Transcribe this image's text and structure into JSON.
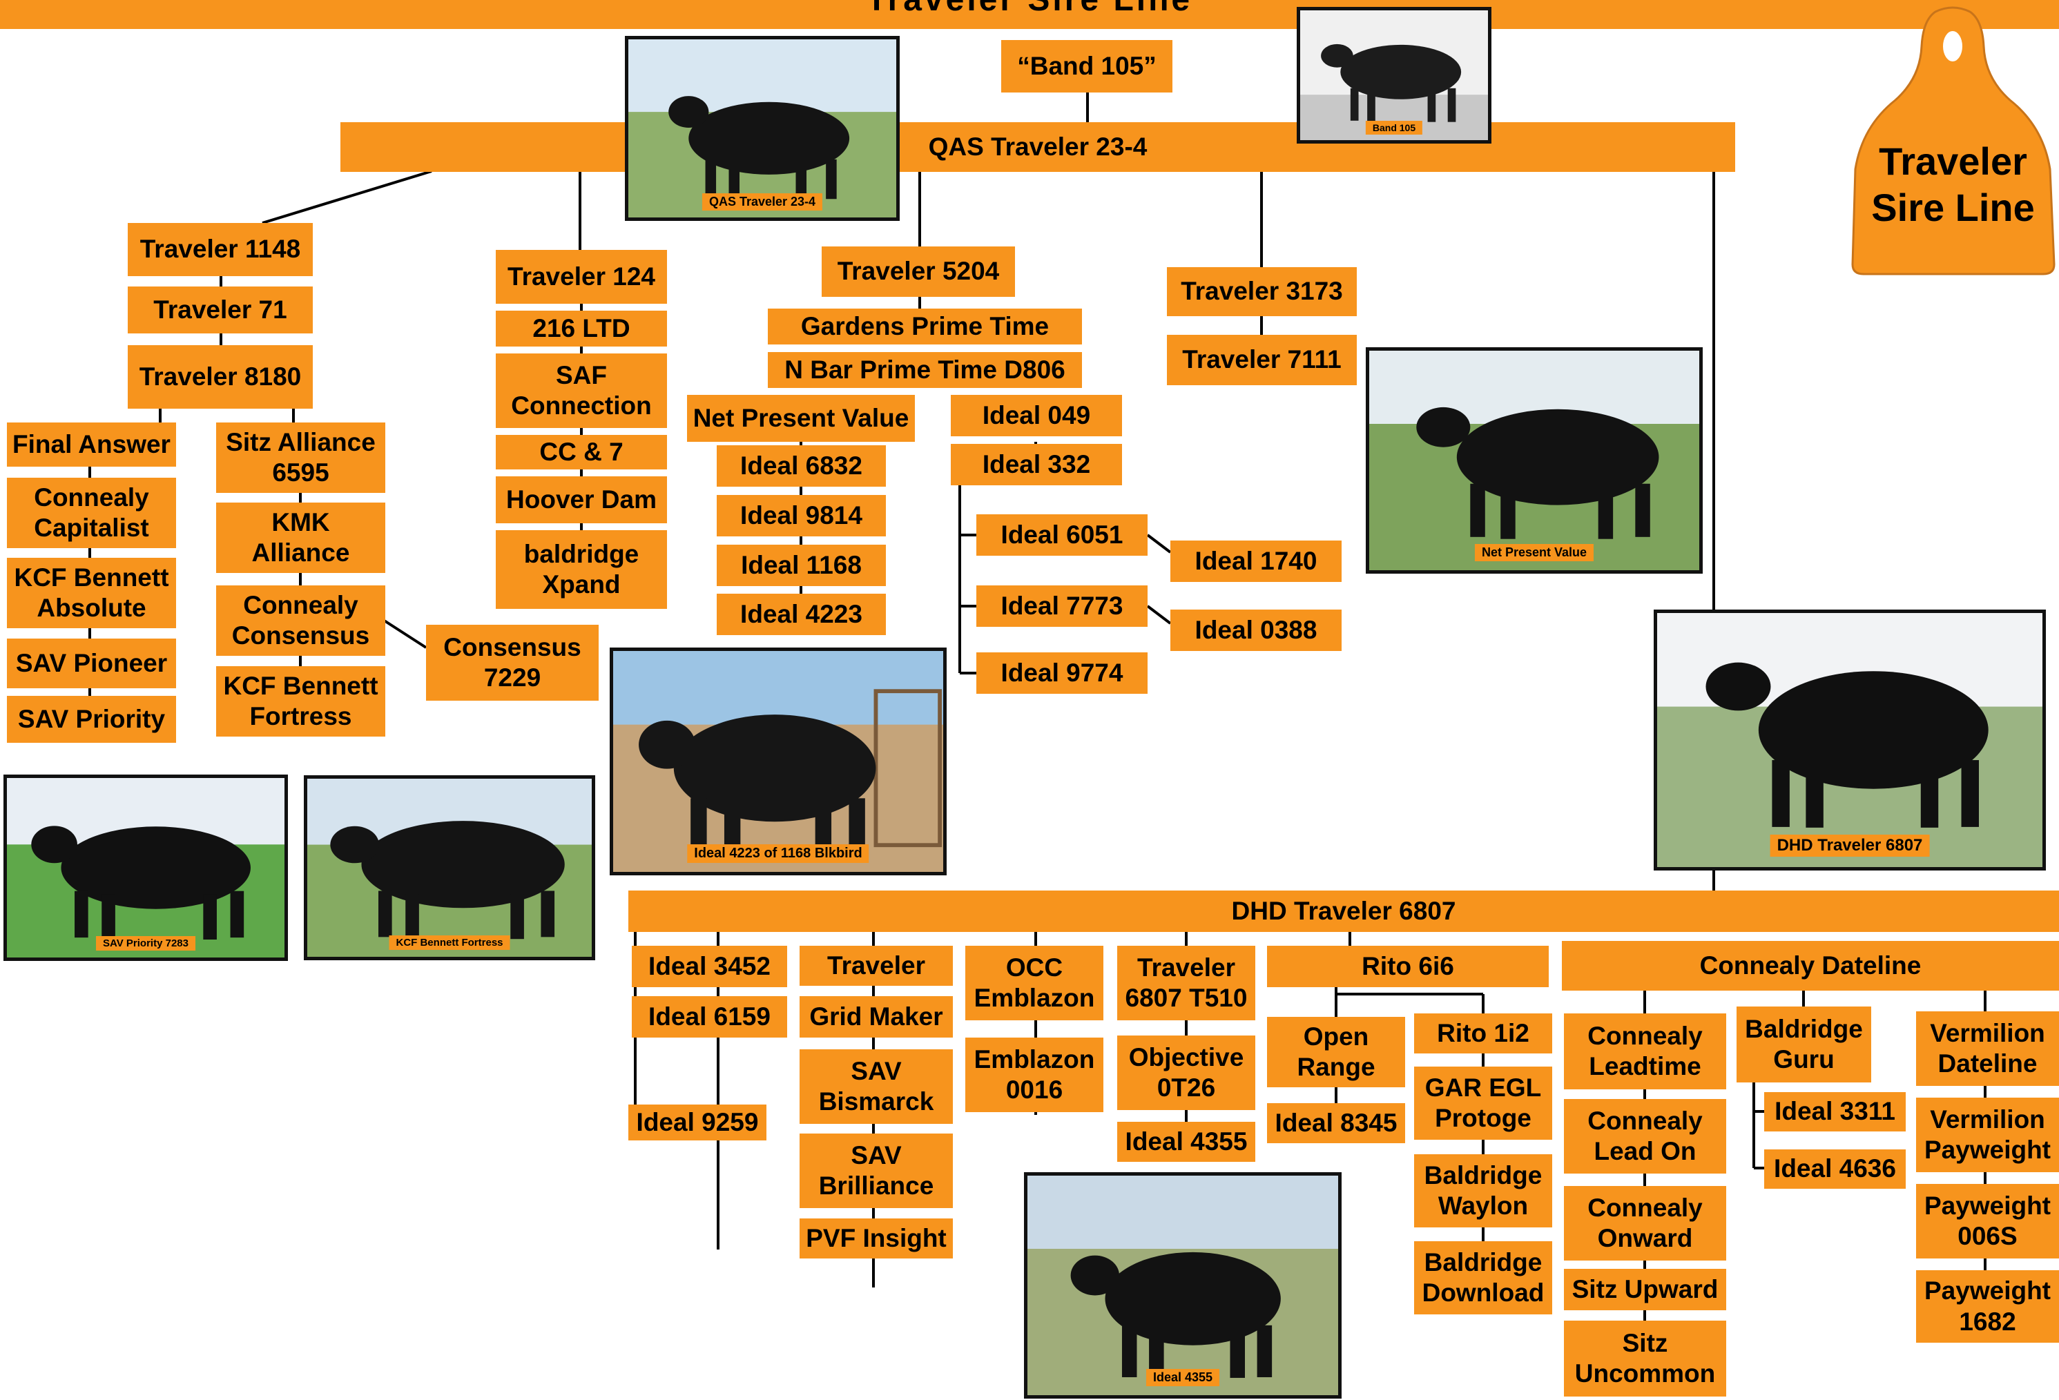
{
  "title": "Traveler Sire Line",
  "ear_tag": {
    "text": "Traveler\nSire Line"
  },
  "photos": [
    {
      "id": "p-23-4",
      "caption": "QAS Traveler 23-4"
    },
    {
      "id": "p-band",
      "caption": "Band 105"
    },
    {
      "id": "p-npv",
      "caption": "Net Present Value"
    },
    {
      "id": "p-6807",
      "caption": "DHD Traveler 6807"
    },
    {
      "id": "p-4223",
      "caption": "Ideal 4223 of 1168 Blkbird"
    },
    {
      "id": "p-7283",
      "caption": "SAV Priority 7283"
    },
    {
      "id": "p-kcf",
      "caption": "KCF Bennett Fortress"
    },
    {
      "id": "p-4355",
      "caption": "Ideal 4355"
    }
  ],
  "nodes": {
    "band105": "“Band 105”",
    "qas": "QAS Traveler 23-4",
    "t1148": "Traveler 1148",
    "t71": "Traveler 71",
    "t8180": "Traveler 8180",
    "finalanswer": "Final Answer",
    "capitalist": "Connealy\nCapitalist",
    "absolute": "KCF Bennett\nAbsolute",
    "pioneer": "SAV Pioneer",
    "priority": "SAV Priority",
    "sitz6595": "Sitz Alliance\n6595",
    "kmk": "KMK\nAlliance",
    "consensus": "Connealy\nConsensus",
    "fortress": "KCF Bennett\nFortress",
    "c7229": "Consensus\n7229",
    "t124": "Traveler 124",
    "ltd216": "216 LTD",
    "saf": "SAF\nConnection",
    "cc7": "CC & 7",
    "hoover": "Hoover Dam",
    "xpand": "baldridge\nXpand",
    "t5204": "Traveler 5204",
    "gardens": "Gardens Prime Time",
    "nbar": "N Bar Prime Time D806",
    "npv": "Net Present Value",
    "i6832": "Ideal 6832",
    "i9814": "Ideal 9814",
    "i1168": "Ideal 1168",
    "i4223": "Ideal 4223",
    "i049": "Ideal 049",
    "i332": "Ideal 332",
    "i6051": "Ideal 6051",
    "i7773": "Ideal 7773",
    "i9774": "Ideal 9774",
    "i1740": "Ideal 1740",
    "i0388": "Ideal 0388",
    "t3173": "Traveler 3173",
    "t7111": "Traveler 7111",
    "dhd": "DHD Traveler 6807",
    "i3452": "Ideal 3452",
    "i6159": "Ideal 6159",
    "i9259": "Ideal 9259",
    "traveler": "Traveler",
    "gridmaker": "Grid Maker",
    "bismarck": "SAV\nBismarck",
    "brilliance": "SAV\nBrilliance",
    "pvf": "PVF Insight",
    "occ": "OCC\nEmblazon",
    "e0016": "Emblazon\n0016",
    "t510": "Traveler\n6807 T510",
    "obj": "Objective\n0T26",
    "i4355": "Ideal 4355",
    "rito6i6": "Rito 6i6",
    "openrange": "Open\nRange",
    "i8345": "Ideal 8345",
    "rito1i2": "Rito 1i2",
    "gar": "GAR EGL\nProtoge",
    "waylon": "Baldridge\nWaylon",
    "download": "Baldridge\nDownload",
    "dateline": "Connealy Dateline",
    "leadtime": "Connealy\nLeadtime",
    "leadon": "Connealy\nLead On",
    "onward": "Connealy\nOnward",
    "upward": "Sitz Upward",
    "uncommon": "Sitz\nUncommon",
    "guru": "Baldridge\nGuru",
    "i3311": "Ideal 3311",
    "i4636": "Ideal 4636",
    "vdateline": "Vermilion\nDateline",
    "vpayweight": "Vermilion\nPayweight",
    "p006s": "Payweight\n006S",
    "p1682": "Payweight\n1682"
  }
}
